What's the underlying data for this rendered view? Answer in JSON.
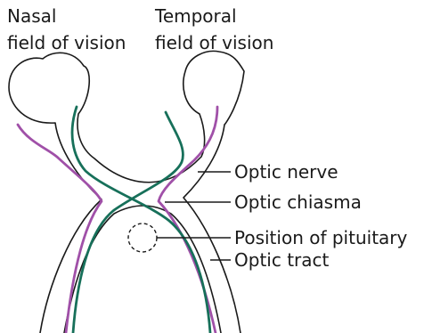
{
  "labels": {
    "nasal_line1": "Nasal",
    "nasal_line2": "field of vision",
    "temporal_line1": "Temporal",
    "temporal_line2": "field of vision",
    "optic_nerve": "Optic nerve",
    "optic_chiasma": "Optic chiasma",
    "pituitary": "Position of pituitary",
    "optic_tract": "Optic tract"
  },
  "colors": {
    "nasal_pathway": "#a050a8",
    "temporal_pathway": "#17705a",
    "outline": "#1a1a1a"
  }
}
